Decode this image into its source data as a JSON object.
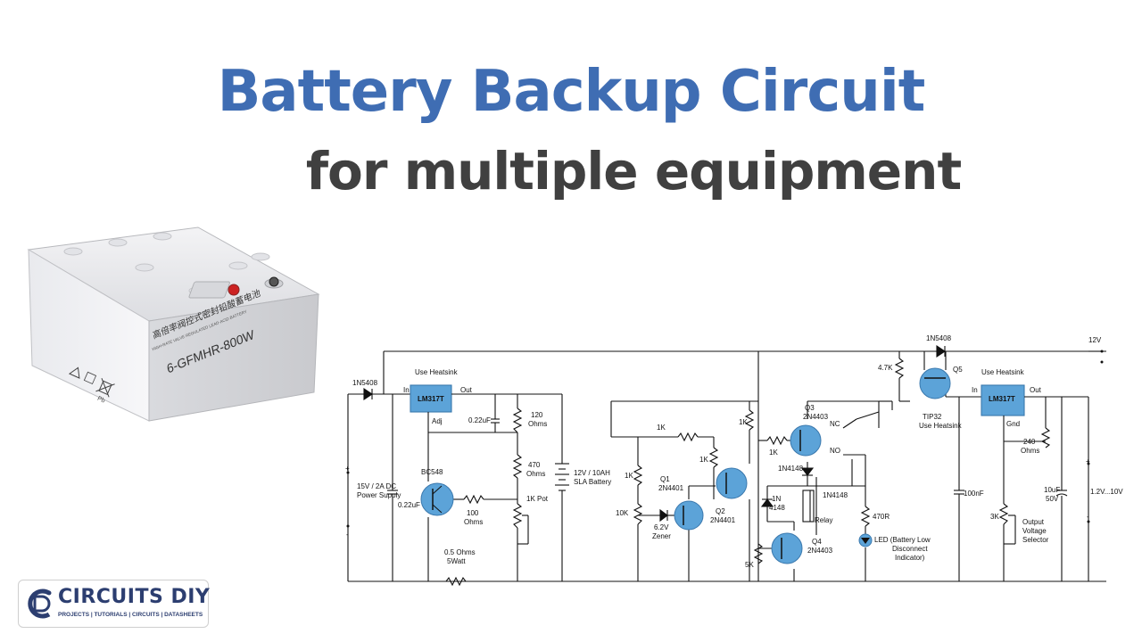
{
  "header": {
    "title": "Battery Backup Circuit",
    "subtitle": "for multiple equipment"
  },
  "battery": {
    "chinese_label": "高倍率阀控式密封铅酸蓄电池",
    "english_label": "HIGH-RATE VALVE REGULATED LEAD-ACID BATTERY",
    "model": "6-GFMHR-800W",
    "recycle_mark": "Pb"
  },
  "schematic": {
    "labels": {
      "diode_in": "1N5408",
      "heatsink_left": "Use Heatsink",
      "reg_left": "LM317T",
      "reg_in": "In",
      "reg_out": "Out",
      "reg_adj": "Adj",
      "cap_022_top": "0.22uF",
      "r120a": "120",
      "r120b": "Ohms",
      "r470a": "470",
      "r470b": "Ohms",
      "pot1k": "1K Pot",
      "bat_a": "12V / 10AH",
      "bat_b": "SLA Battery",
      "supply_a": "15V / 2A DC",
      "supply_b": "Power Supply",
      "cap_022_left": "0.22uF",
      "bc548": "BC548",
      "r100a": "100",
      "r100b": "Ohms",
      "r05a": "0.5 Ohms",
      "r05b": "5Watt",
      "r1k_a": "1K",
      "r1k_b": "1K",
      "r1k_c": "1K",
      "r1k_d": "1K",
      "r1k_e": "1K",
      "r10k": "10K",
      "zener_a": "6.2V",
      "zener_b": "Zener",
      "q1a": "Q1",
      "q1b": "2N4401",
      "q2a": "Q2",
      "q2b": "2N4401",
      "q3a": "Q3",
      "q3b": "2N4403",
      "d4148a": "1N4148",
      "d4148b_1": "1N",
      "d4148b_2": "4148",
      "d4148c": "1N4148",
      "relay": "Relay",
      "nc": "NC",
      "no": "NO",
      "q4a": "Q4",
      "q4b": "2N4403",
      "r5k": "5K",
      "r470r": "470R",
      "led_a": "LED  (Battery Low",
      "led_b": "Disconnect",
      "led_c": "Indicator)",
      "r47k": "4.7K",
      "diode_top": "1N5408",
      "q5": "Q5",
      "tip32a": "TIP32",
      "tip32b": "Use Heatsink",
      "cap100n": "100nF",
      "heatsink_right": "Use Heatsink",
      "reg_right": "LM317T",
      "reg2_in": "In",
      "reg2_out": "Out",
      "reg2_gnd": "Gnd",
      "r240a": "240",
      "r240b": "Ohms",
      "cap10u_a": "10uF",
      "cap10u_b": "50V",
      "r3k": "3K",
      "sel_a": "Output",
      "sel_b": "Voltage",
      "sel_c": "Selector",
      "out12": "12V",
      "outvar": "1.2V...10V",
      "plus": "+",
      "minus": "-"
    }
  },
  "logo": {
    "name": "CIRCUITS DIY",
    "tagline": "PROJECTS | TUTORIALS | CIRCUITS | DATASHEETS"
  }
}
